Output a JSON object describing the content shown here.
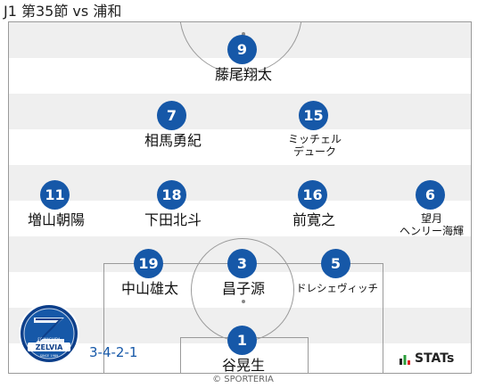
{
  "header": {
    "title": "J1 第35節 vs 浦和"
  },
  "formation": "3-4-2-1",
  "players": {
    "p9": {
      "number": "9",
      "name": "藤尾翔太"
    },
    "p7": {
      "number": "7",
      "name": "相馬勇紀"
    },
    "p15": {
      "number": "15",
      "name": "ミッチェル\nデューク"
    },
    "p11": {
      "number": "11",
      "name": "増山朝陽"
    },
    "p18": {
      "number": "18",
      "name": "下田北斗"
    },
    "p16": {
      "number": "16",
      "name": "前寛之"
    },
    "p6": {
      "number": "6",
      "name": "望月\nヘンリー海輝"
    },
    "p19": {
      "number": "19",
      "name": "中山雄太"
    },
    "p3": {
      "number": "3",
      "name": "昌子源"
    },
    "p5": {
      "number": "5",
      "name": "ドレシェヴィッチ"
    },
    "p1": {
      "number": "1",
      "name": "谷晃生"
    }
  },
  "brand": {
    "stats": "STATs",
    "copyright": "© SPORTERIA"
  },
  "logo": {
    "text": "ZELVIA",
    "tagline": "FC MACHIDA",
    "since": "SINCE 1989"
  },
  "colors": {
    "accent": "#1658a8",
    "line": "#9a9a9a",
    "stripe": "#efefef"
  }
}
